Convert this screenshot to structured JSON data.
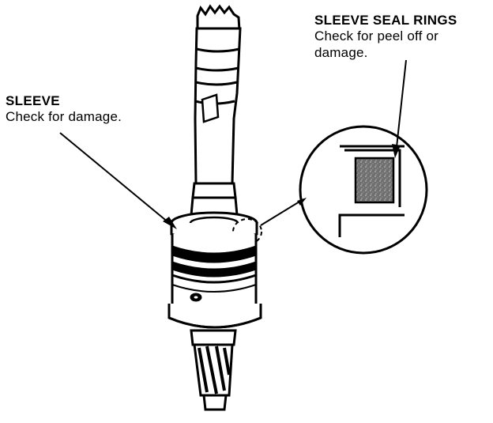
{
  "callouts": {
    "sleeve": {
      "title": "SLEEVE",
      "desc": "Check for damage."
    },
    "seal_rings": {
      "title": "SLEEVE SEAL RINGS",
      "desc": "Check for peel off or damage."
    }
  },
  "colors": {
    "ink": "#000000",
    "paper": "#ffffff",
    "seal_fill": "#7a7a7a"
  }
}
